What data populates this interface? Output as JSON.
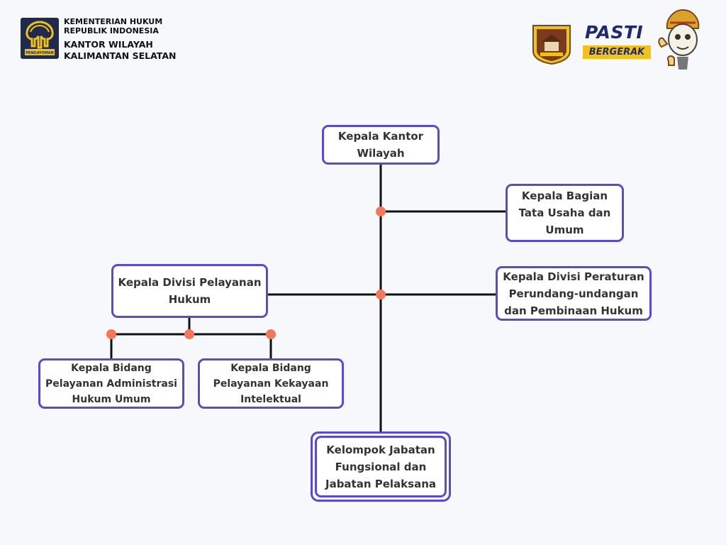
{
  "header": {
    "org_line1": "KEMENTERIAN HUKUM",
    "org_line2": "REPUBLIK INDONESIA",
    "org_line3": "KANTOR WILAYAH",
    "org_line4": "KALIMANTAN SELATAN",
    "logo_caption": "PENGAYOMAN",
    "brand_word": "PASTI",
    "brand_tag": "BERGERAK"
  },
  "colors": {
    "box_border": "#5b4bc4",
    "connector": "#111111",
    "junction_dot": "#f4775a",
    "logo_navy": "#1f2a4d",
    "logo_gold": "#f2c21b"
  },
  "org_chart": {
    "head": "Kepala Kantor\nWilayah",
    "admin": "Kepala Bagian\nTata Usaha dan\nUmum",
    "legal_services": "Kepala Divisi Pelayanan\nHukum",
    "regulations": "Kepala Divisi Peraturan\nPerundang-undangan\ndan Pembinaan Hukum",
    "general_admin": "Kepala Bidang\nPelayanan Administrasi\nHukum Umum",
    "intellectual_property": "Kepala Bidang\nPelayanan Kekayaan\nIntelektual",
    "functional": "Kelompok Jabatan\nFungsional dan\nJabatan Pelaksana"
  }
}
